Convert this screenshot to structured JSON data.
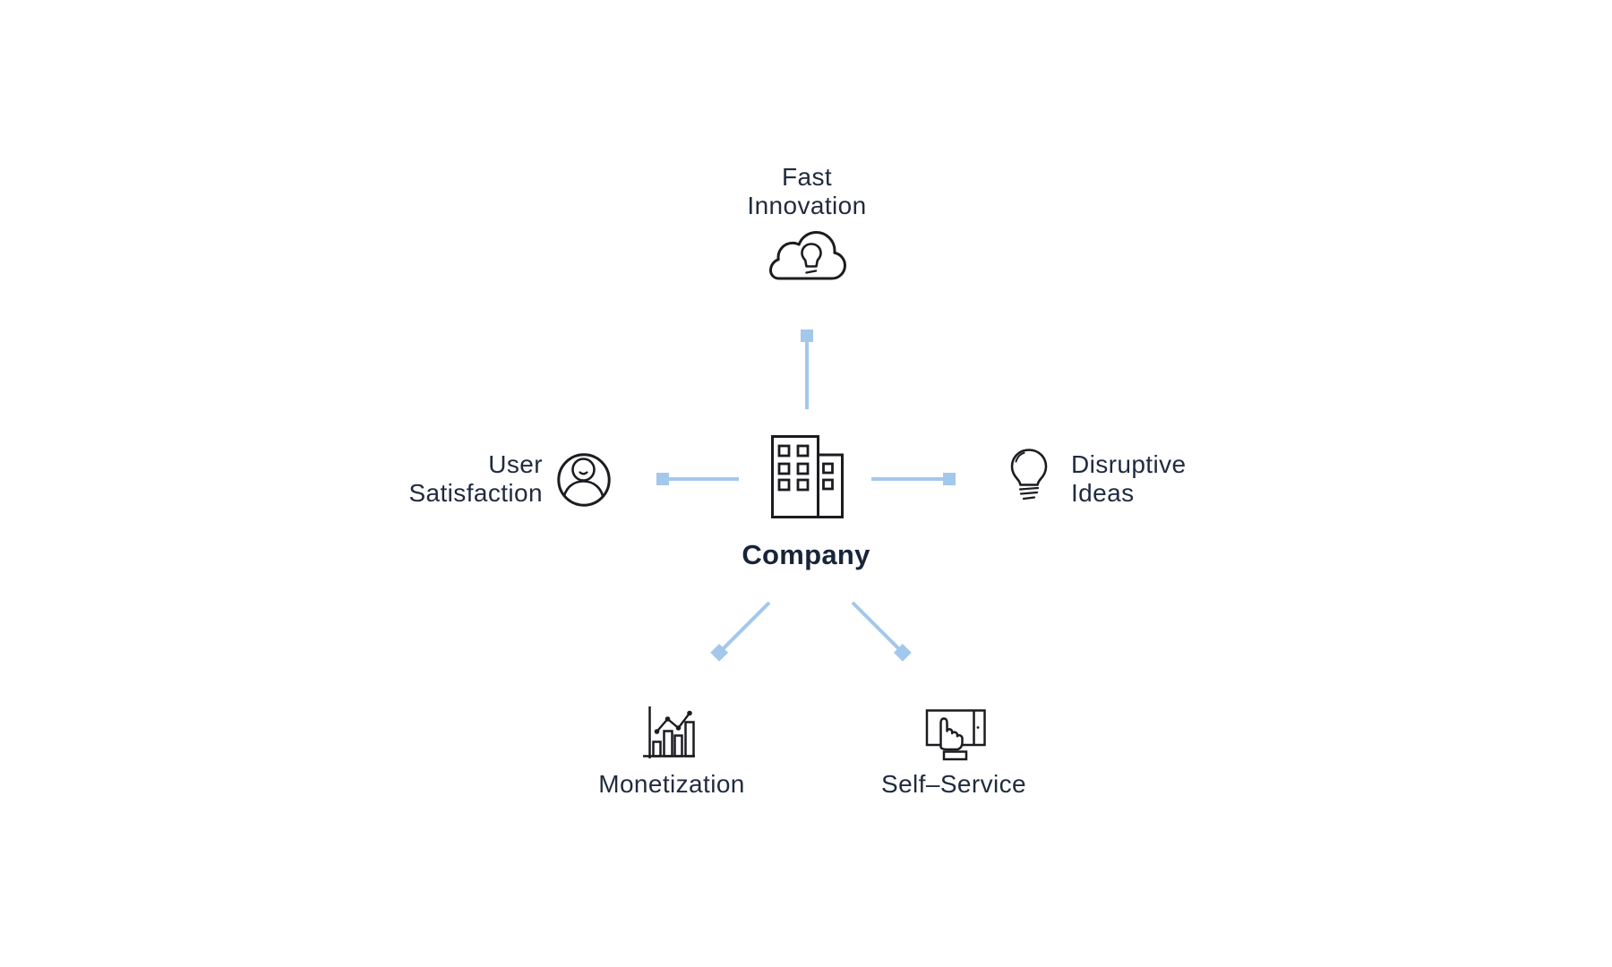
{
  "diagram": {
    "center": {
      "label": "Company",
      "icon": "company-building-icon"
    },
    "nodes": {
      "top": {
        "line1": "Fast",
        "line2": "Innovation",
        "icon": "cloud-lightbulb-icon"
      },
      "left": {
        "line1": "User",
        "line2": "Satisfaction",
        "icon": "user-circle-icon"
      },
      "right": {
        "line1": "Disruptive",
        "line2": "Ideas",
        "icon": "lightbulb-icon"
      },
      "bottom_left": {
        "label": "Monetization",
        "icon": "growth-chart-icon"
      },
      "bottom_right": {
        "label": "Self–Service",
        "icon": "touch-tablet-icon"
      }
    },
    "colors": {
      "connector_blue": "#a4c7ec",
      "text_navy": "#1f2b3f",
      "icon_dark": "#1b1c20",
      "background": "#ffffff"
    }
  }
}
